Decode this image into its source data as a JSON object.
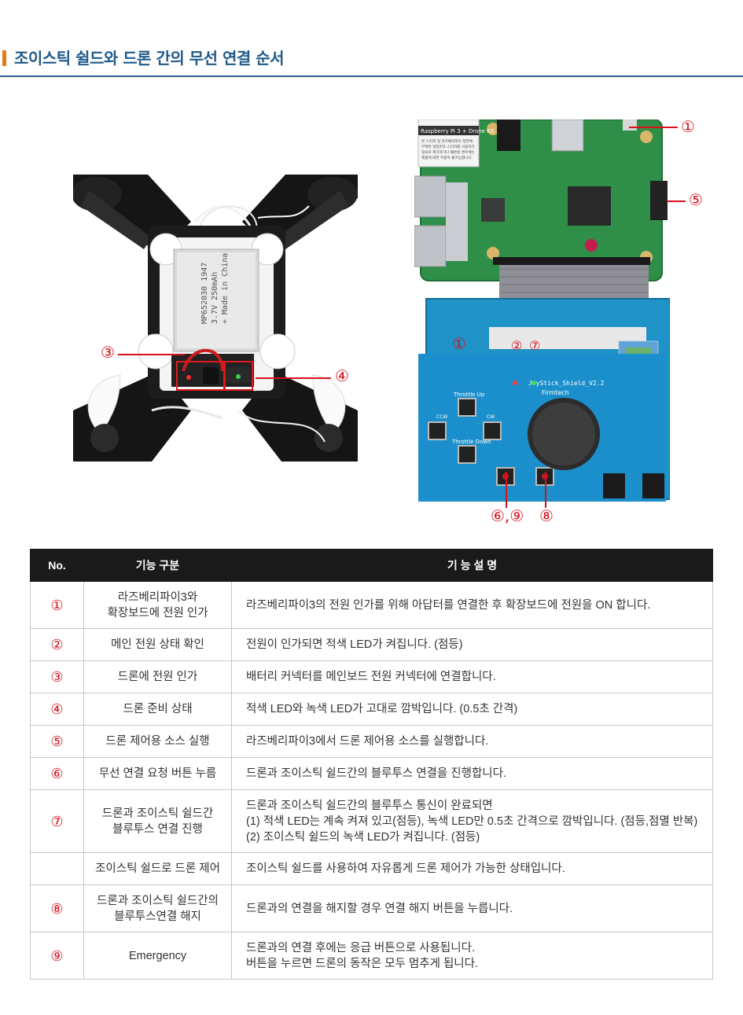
{
  "header": {
    "title": "조이스틱 쉴드와 드론 간의 무선 연결 순서"
  },
  "drone": {
    "battery_text": [
      "MP652030 1947",
      "3.7V 250mAh",
      "+ Made in China"
    ],
    "callouts": {
      "c3": "③",
      "c4": "④"
    }
  },
  "board": {
    "sticker_title": "Raspberry Pi 3 + Drone Kit",
    "sticker_text": [
      "본 스티커 및 라즈베리파이 정면에",
      "부착된 일련번호 스티커를 사용자가",
      "임의로 제거하거나 훼손할 경우에는",
      "제품에 대한 지원이 불가능합니다."
    ],
    "shield_label": "JoyStick_Shield_V2.2",
    "shield_brand": "Firmtech",
    "throttle_up": "Throttle Up",
    "throttle_down": "Throttle Down",
    "ccw": "CCW",
    "cw": "CW",
    "callouts": {
      "c1": "①",
      "c5": "⑤",
      "c1b": "①",
      "c2": "②",
      "c7": "⑦",
      "c69": "⑥,⑨",
      "c8": "⑧"
    }
  },
  "table": {
    "headers": [
      "No.",
      "기능 구분",
      "기 능 설 명"
    ],
    "rows": [
      {
        "no": "①",
        "func": [
          "라즈베리파이3와",
          "확장보드에 전원 인가"
        ],
        "desc": [
          "라즈베리파이3의 전원 인가를 위해 아답터를 연결한 후 확장보드에 전원을 ON 합니다."
        ]
      },
      {
        "no": "②",
        "func": [
          "메인 전원 상태 확인"
        ],
        "desc": [
          "전원이 인가되면 적색 LED가 켜집니다.  (점등)"
        ]
      },
      {
        "no": "③",
        "func": [
          "드론에 전원 인가"
        ],
        "desc": [
          "배터리 커넥터를 메인보드 전원 커넥터에 연결합니다."
        ]
      },
      {
        "no": "④",
        "func": [
          "드론 준비 상태"
        ],
        "desc": [
          "적색 LED와 녹색 LED가 고대로 깜박입니다.  (0.5초 간격)"
        ]
      },
      {
        "no": "⑤",
        "func": [
          "드론 제어용 소스 실행"
        ],
        "desc": [
          "라즈베리파이3에서 드론 제어용 소스를 실행합니다."
        ]
      },
      {
        "no": "⑥",
        "func": [
          "무선 연결 요청 버튼 누름"
        ],
        "desc": [
          "드론과 조이스틱 쉴드간의 블루투스 연결을 진행합니다."
        ]
      },
      {
        "no": "⑦",
        "func": [
          "드론과 조이스틱 쉴드간",
          "블루투스 연결 진행"
        ],
        "desc": [
          "드론과 조이스틱 쉴드간의 블루투스 통신이 완료되면",
          "(1) 적색 LED는 계속 켜져 있고(점등), 녹색 LED만 0.5초 간격으로 깜박입니다. (점등,점멸 반복)",
          "(2) 조이스틱 쉴드의 녹색 LED가 켜집니다.  (점등)"
        ]
      },
      {
        "no": "",
        "func": [
          "조이스틱 쉴드로 드론 제어"
        ],
        "desc": [
          "조이스틱 쉴드를 사용하여 자유롭게 드론 제어가 가능한 상태입니다."
        ]
      },
      {
        "no": "⑧",
        "func": [
          "드론과 조이스틱 쉴드간의",
          "블루투스연결 해지"
        ],
        "desc": [
          "드론과의 연결을 해지할 경우 연결 해지 버튼을 누릅니다."
        ]
      },
      {
        "no": "⑨",
        "func": [
          "Emergency"
        ],
        "desc": [
          "드론과의 연결 후에는 응급 버튼으로 사용됩니다.",
          "버튼을 누르면 드론의 동작은 모두 멈추게 됩니다."
        ]
      }
    ]
  }
}
